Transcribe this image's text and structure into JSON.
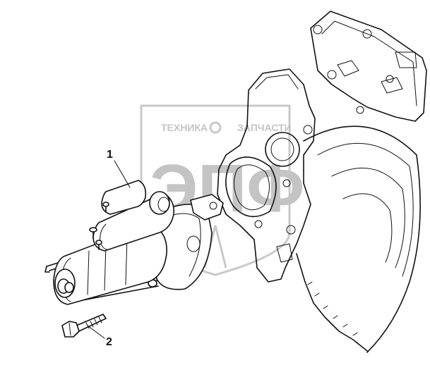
{
  "callouts": [
    {
      "id": "1",
      "label": "1"
    },
    {
      "id": "2",
      "label": "2"
    }
  ],
  "watermark": {
    "text_left": "ТЕХНИКА",
    "text_right": "ЗАПЧАСТИ",
    "logo": "ЭПФ",
    "color": "#c8c8c8"
  },
  "colors": {
    "line": "#111111",
    "background": "#ffffff"
  }
}
